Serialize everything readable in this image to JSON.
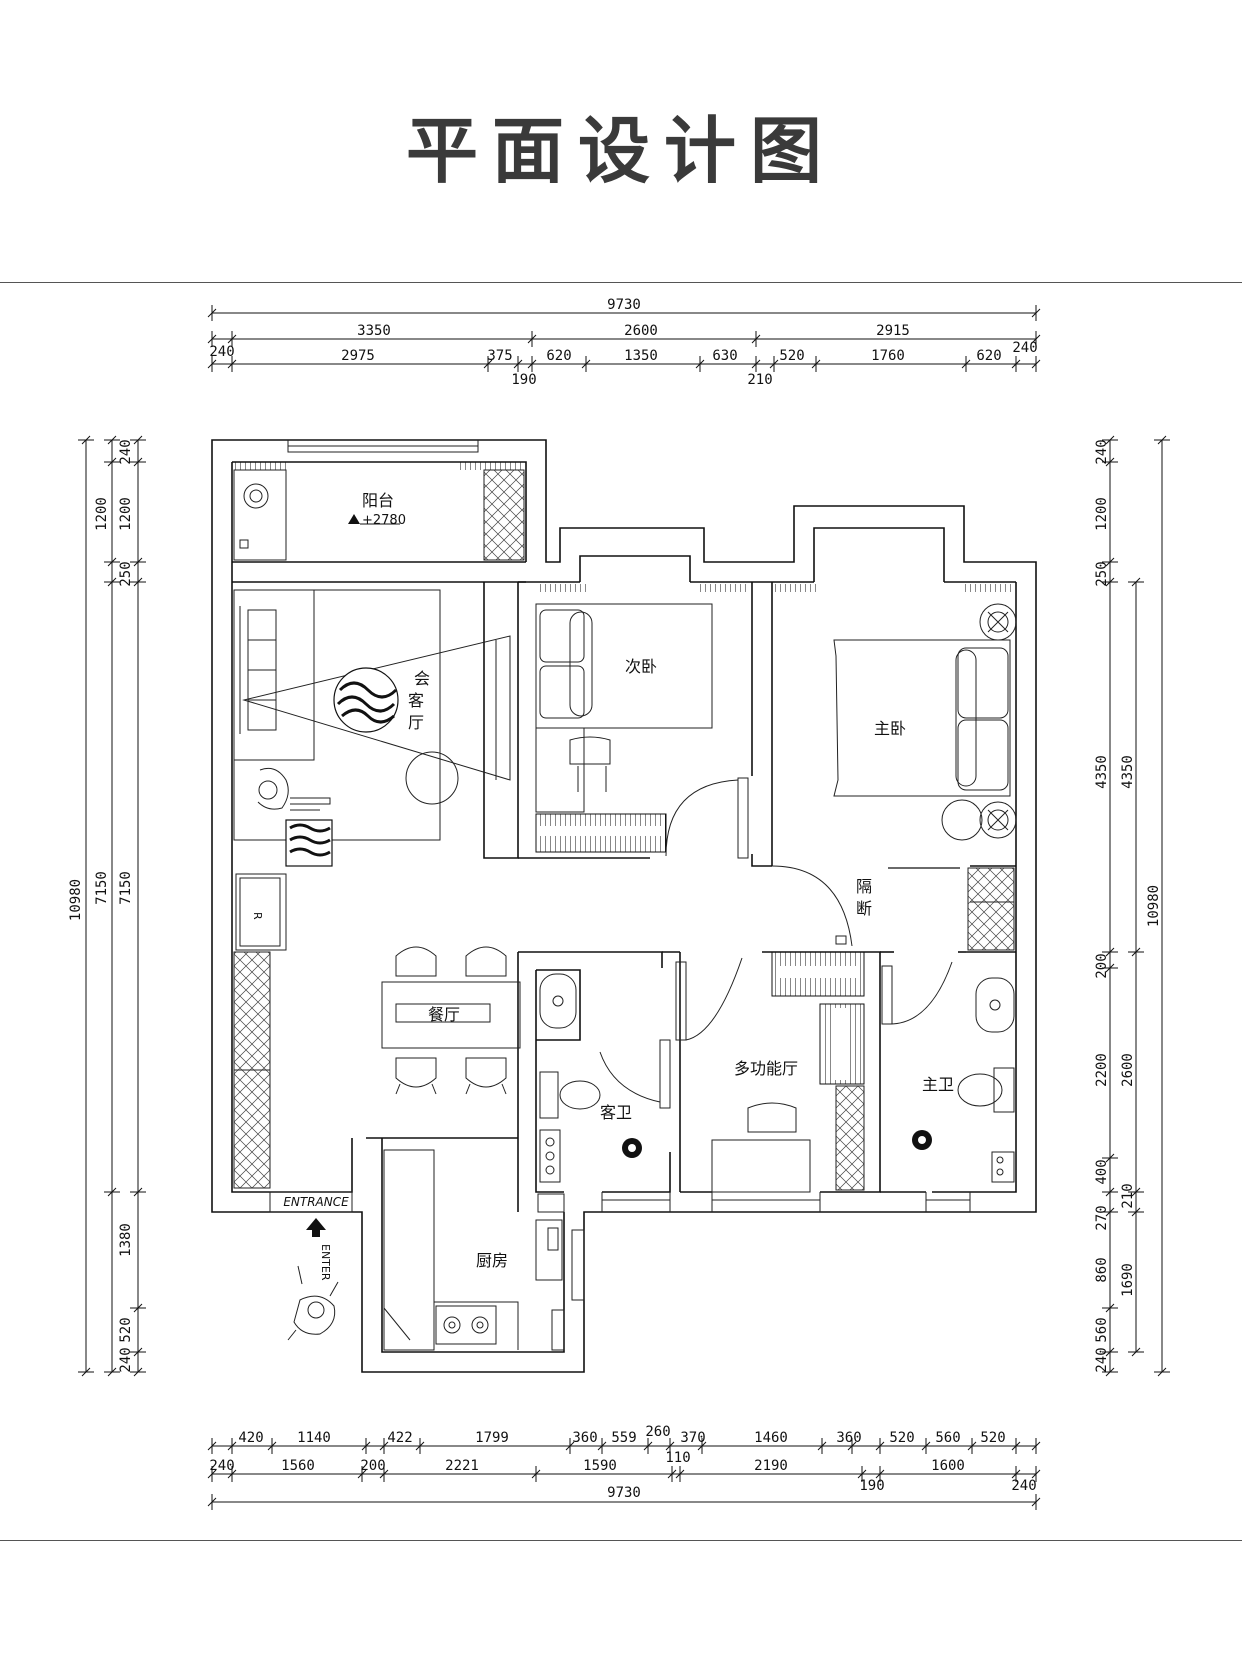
{
  "title": "平面设计图",
  "rooms": {
    "balcony": "阳台",
    "balcony_level": "+2780",
    "living_1": "会",
    "living_2": "客",
    "living_3": "厅",
    "second_bedroom": "次卧",
    "master_bedroom": "主卧",
    "partition_1": "隔",
    "partition_2": "断",
    "dining": "餐厅",
    "multi_hall": "多功能厅",
    "guest_bath": "客卫",
    "master_bath": "主卫",
    "kitchen": "厨房",
    "entrance": "ENTRANCE",
    "enter": "ENTER",
    "fridge": "R"
  },
  "dims": {
    "top_total": "9730",
    "top_mid": [
      "3350",
      "2600",
      "2915"
    ],
    "top_fine": [
      "240",
      "2975",
      "375",
      "190",
      "620",
      "1350",
      "630",
      "210",
      "520",
      "1760",
      "620",
      "240"
    ],
    "bottom_fine": [
      "420",
      "1140",
      "422",
      "1799",
      "360",
      "559",
      "260",
      "370",
      "1460",
      "360",
      "520",
      "560",
      "520"
    ],
    "bottom_mid": [
      "240",
      "1560",
      "200",
      "2221",
      "1590",
      "110",
      "2190",
      "190",
      "1600",
      "240"
    ],
    "bottom_total": "9730",
    "left_inner": [
      "240",
      "1200",
      "250",
      "7150",
      "1380",
      "520",
      "240"
    ],
    "left_mid": [
      "1200",
      "7150"
    ],
    "left_total": "10980",
    "right_inner": [
      "240",
      "1200",
      "250",
      "4350",
      "200",
      "2200",
      "400",
      "270",
      "860",
      "560",
      "240"
    ],
    "right_mid": [
      "4350",
      "2600",
      "210",
      "1690"
    ],
    "right_total": "10980"
  }
}
